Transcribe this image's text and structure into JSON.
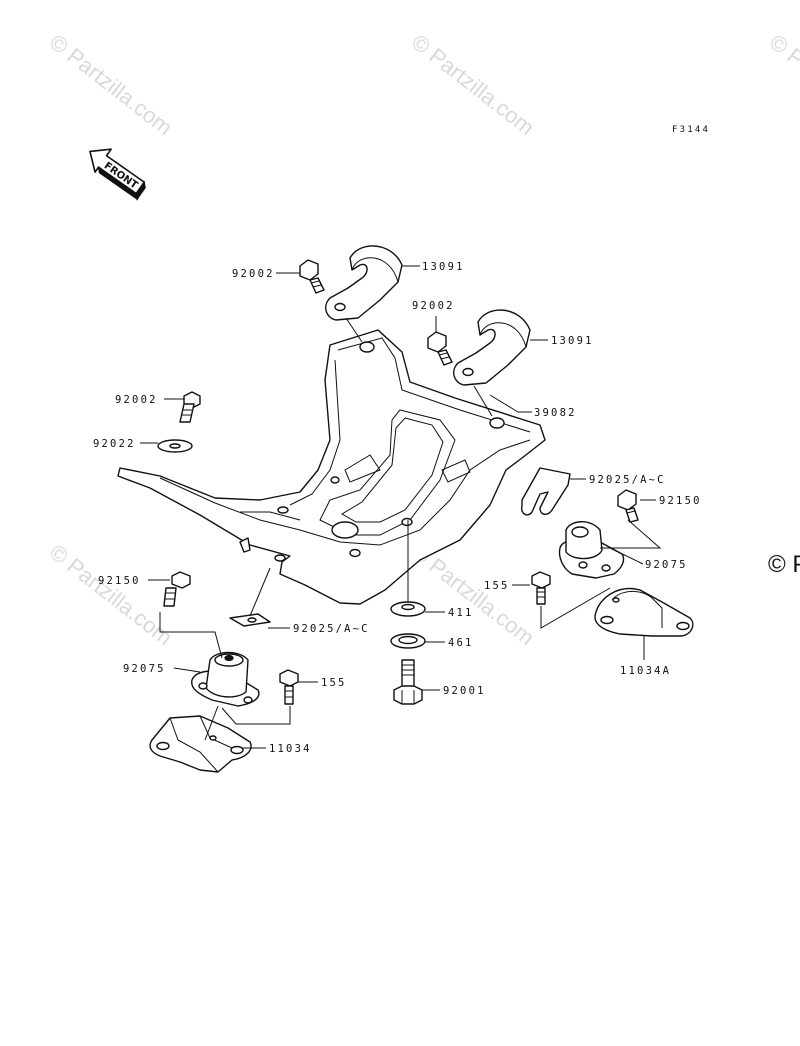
{
  "figure_code": "F3144",
  "front_label": "FRONT",
  "watermark_text": "© Partzilla.com",
  "watermark_edge_text": "© P",
  "callouts": {
    "c92002_a": "92002",
    "c13091_a": "13091",
    "c92002_b": "92002",
    "c13091_b": "13091",
    "c92002_c": "92002",
    "c39082": "39082",
    "c92022": "92022",
    "c92025_r": "92025/A~C",
    "c92150_r": "92150",
    "c92075_r": "92075",
    "c155_r": "155",
    "c11034a": "11034A",
    "c411": "411",
    "c461": "461",
    "c92001": "92001",
    "c92150_l": "92150",
    "c92025_l": "92025/A~C",
    "c92075_l": "92075",
    "c155_l": "155",
    "c11034": "11034"
  },
  "colors": {
    "line": "#111111",
    "watermark": "#d9d9d9",
    "background": "#ffffff"
  }
}
